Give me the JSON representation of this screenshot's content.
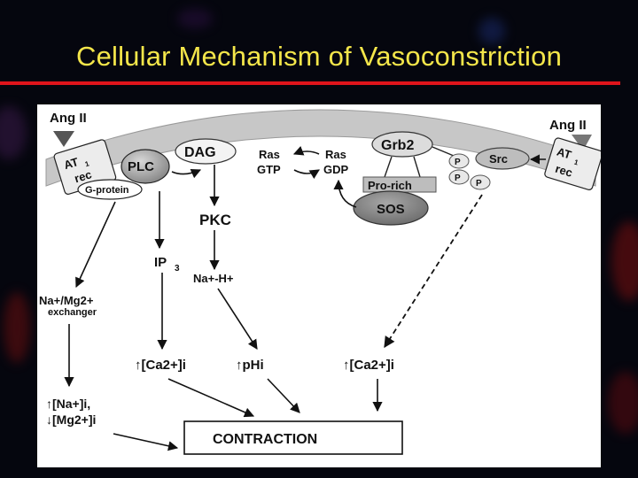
{
  "slide": {
    "title": "Cellular Mechanism of Vasoconstriction",
    "colors": {
      "background": "#05060e",
      "title": "#f4e64a",
      "rule": "#e0141b",
      "panel": "#ffffff"
    }
  },
  "diagram": {
    "ang2_left": "Ang II",
    "ang2_right": "Ang II",
    "at1_left": [
      "AT",
      "1",
      "rec"
    ],
    "at1_right": [
      "AT",
      "1",
      "rec"
    ],
    "g_protein": "G-protein",
    "plc": "PLC",
    "dag": "DAG",
    "ras_gtp": [
      "Ras",
      "GTP"
    ],
    "ras_gdp": [
      "Ras",
      "GDP"
    ],
    "grb2": "Grb2",
    "pro_rich": "Pro-rich",
    "sos": "SOS",
    "src": "Src",
    "p": [
      "P",
      "P",
      "P"
    ],
    "pkc": "PKC",
    "ip3": [
      "IP",
      "3"
    ],
    "na_h": "Na+-H+",
    "exchanger": [
      "Na+/Mg2+",
      "exchanger"
    ],
    "ca_left": "↑[Ca2+]i",
    "ph": "↑pHi",
    "ca_right": "↑[Ca2+]i",
    "na_up": "↑[Na+]i,",
    "mg_down": "↓[Mg2+]i",
    "contraction": "CONTRACTION"
  }
}
